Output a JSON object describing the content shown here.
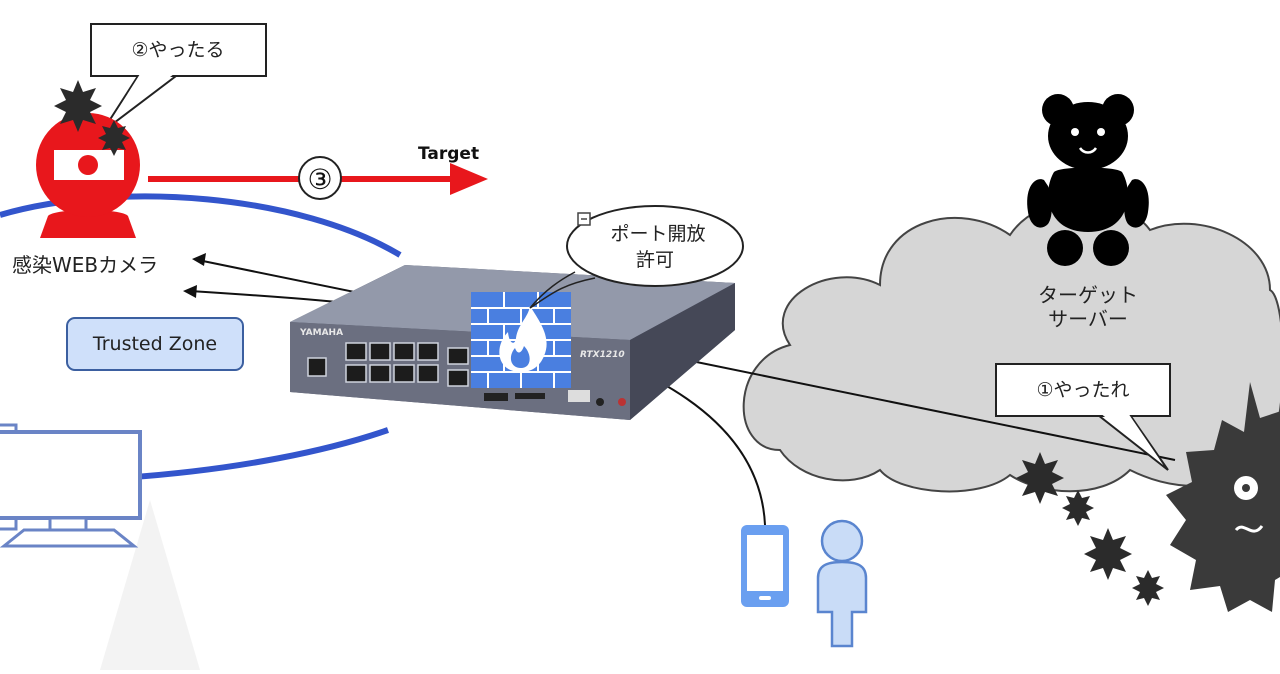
{
  "labels": {
    "camera": "感染WEBカメラ",
    "trusted_zone": "Trusted Zone",
    "target_arrow": "Target",
    "step3": "③",
    "firewall_line1": "ポート開放",
    "firewall_line2": "許可",
    "target_server_line1": "ターゲット",
    "target_server_line2": "サーバー",
    "callout_camera": "②やったる",
    "callout_attacker": "①やったれ",
    "router_brand": "YAMAHA",
    "router_model": "RTX1210"
  },
  "colors": {
    "camera_red": "#e8171c",
    "arrow_red": "#e8171c",
    "zone_blue": "#3355cc",
    "zone_box_fill": "#cfe0fa",
    "zone_box_stroke": "#3b5fa0",
    "firewall_blue": "#4a7fe0",
    "cloud_fill": "#d6d6d6",
    "user_fill": "#c9dcf7",
    "user_stroke": "#5a85cf",
    "virus": "#2b2b2b"
  },
  "icons": [
    "webcam-icon",
    "virus-icon",
    "pc-icon",
    "router-icon",
    "firewall-icon",
    "bear-icon",
    "cloud-icon",
    "smartphone-icon",
    "user-icon"
  ]
}
